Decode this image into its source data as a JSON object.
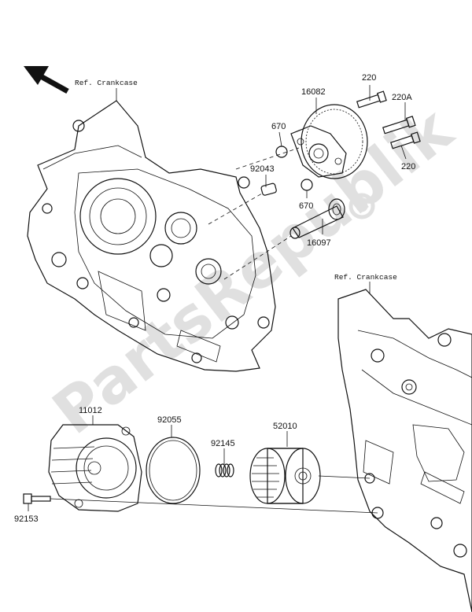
{
  "watermark": "PartsRepublik",
  "labels": {
    "ref_crankcase_top": "Ref. Crankcase",
    "ref_crankcase_right": "Ref. Crankcase",
    "p220_top": "220",
    "p220a": "220A",
    "p220_bottom": "220",
    "p16082": "16082",
    "p670_top": "670",
    "p670_bottom": "670",
    "p92043": "92043",
    "p16097": "16097",
    "p11012": "11012",
    "p92055": "92055",
    "p92145": "92145",
    "p52010": "52010",
    "p92153": "92153"
  },
  "icons": [
    "front-direction-arrow",
    "gear-watermark-icon"
  ]
}
